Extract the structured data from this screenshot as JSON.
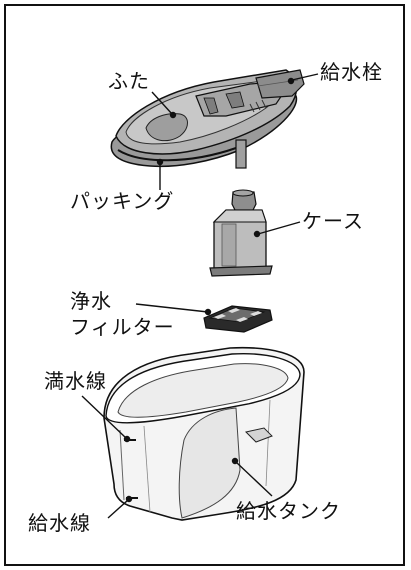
{
  "labels": {
    "lid": "ふた",
    "supply_plug": "給水栓",
    "packing": "パッキング",
    "case": "ケース",
    "filter_line1": "浄水",
    "filter_line2": "フィルター",
    "full_line": "満水線",
    "supply_line": "給水線",
    "tank": "給水タンク"
  },
  "colors": {
    "line": "#111111",
    "part_dark": "#8f8f8f",
    "part_mid": "#b8b8b8",
    "part_light": "#dcdcdc",
    "tank_fill": "#f4f4f4"
  }
}
